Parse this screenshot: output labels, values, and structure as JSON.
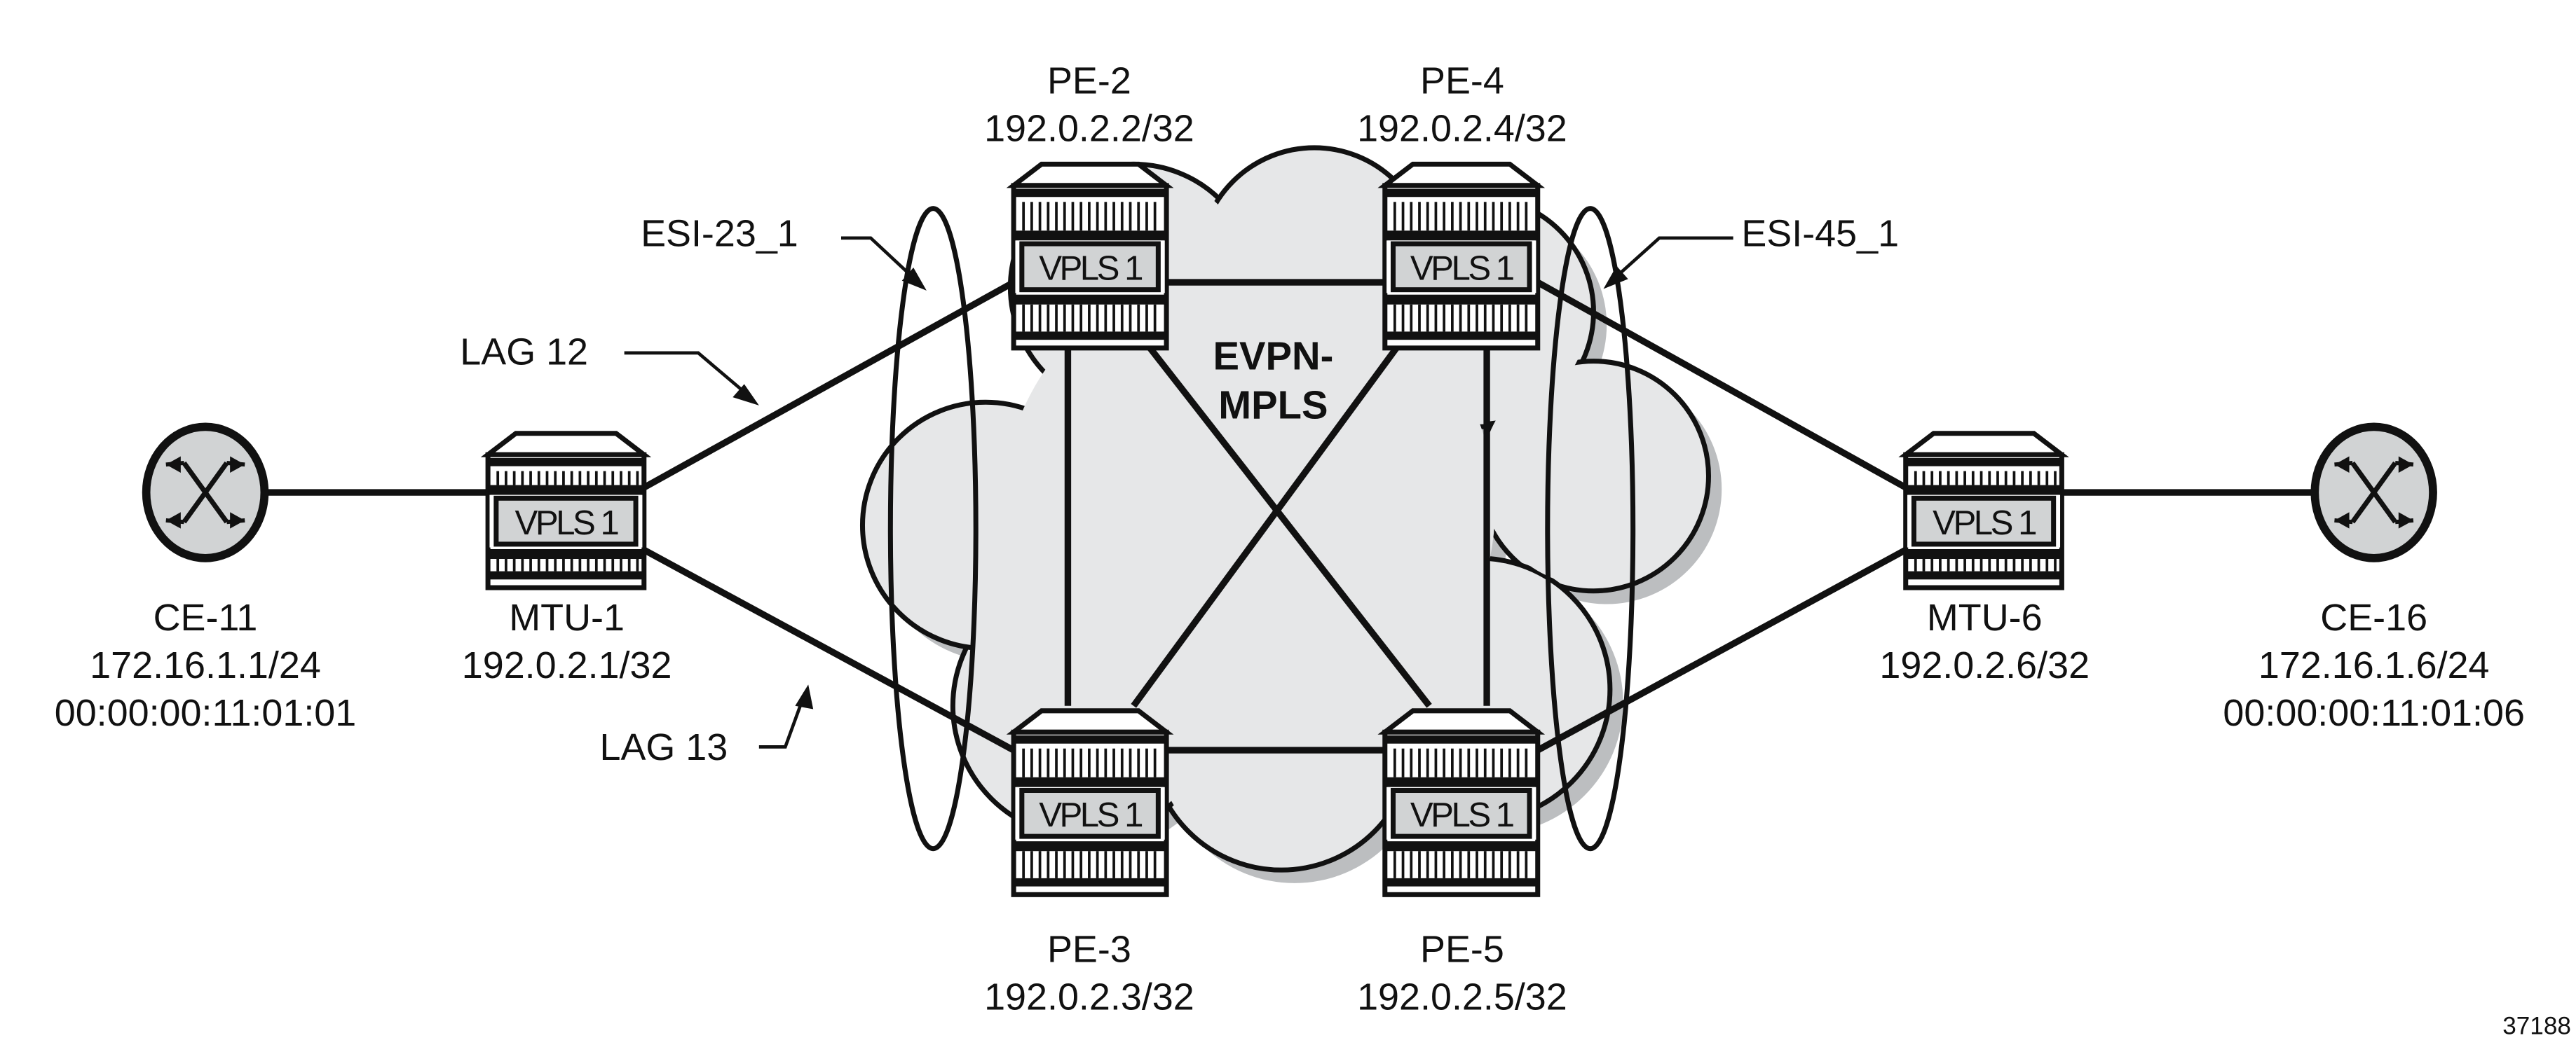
{
  "nodes": {
    "ce11": {
      "name": "CE-11",
      "ip": "172.16.1.1/24",
      "mac": "00:00:00:11:01:01"
    },
    "mtu1": {
      "name": "MTU-1",
      "ip": "192.0.2.1/32",
      "service": "VPLS 1"
    },
    "pe2": {
      "name": "PE-2",
      "ip": "192.0.2.2/32",
      "service": "VPLS 1"
    },
    "pe3": {
      "name": "PE-3",
      "ip": "192.0.2.3/32",
      "service": "VPLS 1"
    },
    "pe4": {
      "name": "PE-4",
      "ip": "192.0.2.4/32",
      "service": "VPLS 1"
    },
    "pe5": {
      "name": "PE-5",
      "ip": "192.0.2.5/32",
      "service": "VPLS 1"
    },
    "mtu6": {
      "name": "MTU-6",
      "ip": "192.0.2.6/32",
      "service": "VPLS 1"
    },
    "ce16": {
      "name": "CE-16",
      "ip": "172.16.1.6/24",
      "mac": "00:00:00:11:01:06"
    }
  },
  "cloud": {
    "line1": "EVPN-",
    "line2": "MPLS"
  },
  "annotations": {
    "lag12": "LAG 12",
    "lag13": "LAG 13",
    "esi23": "ESI-23_1",
    "esi45": "ESI-45_1"
  },
  "figure_id": "37188",
  "colors": {
    "cloud": "#e6e7e8",
    "box": "#d1d3d4",
    "line": "#111111"
  }
}
